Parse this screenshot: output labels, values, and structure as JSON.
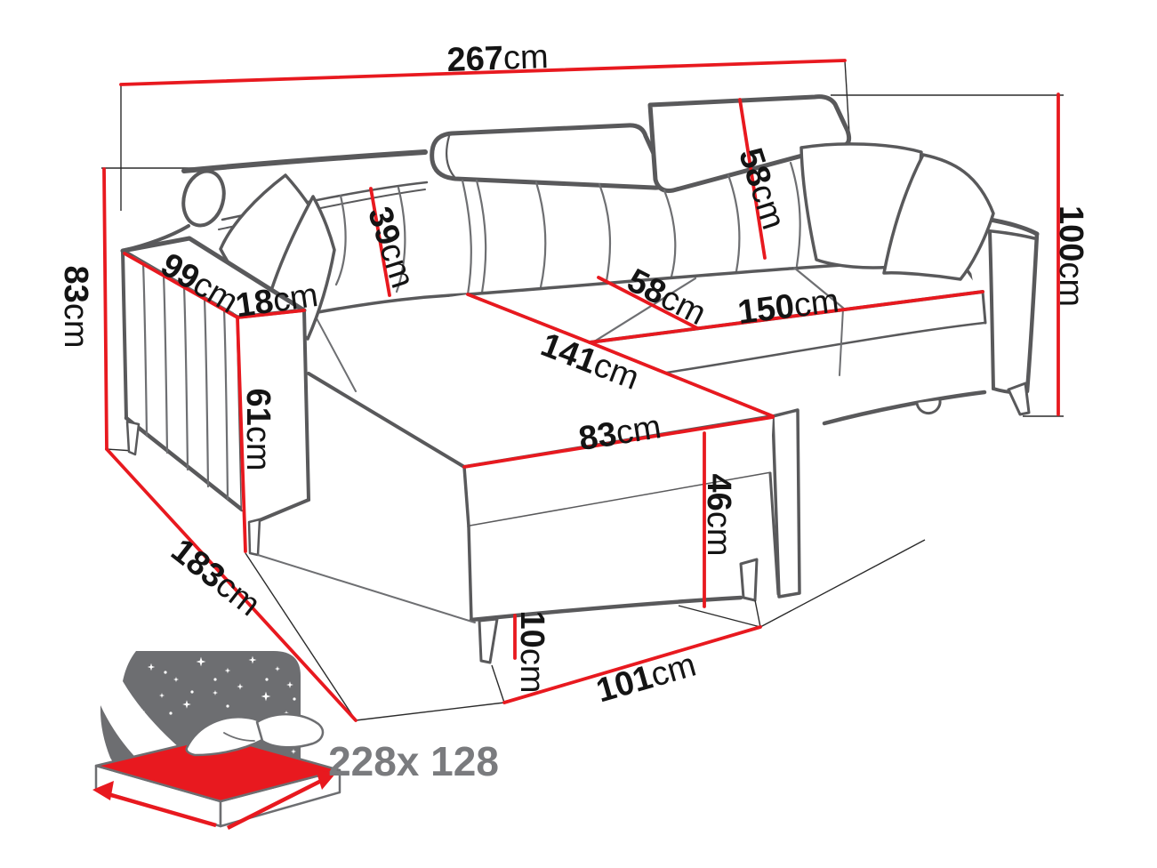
{
  "diagram": {
    "title": "corner-sofa-bed-dimension-diagram",
    "labels": {
      "total_width": {
        "value": "267",
        "unit": "cm"
      },
      "back_height": {
        "value": "83",
        "unit": "cm"
      },
      "armrest_length": {
        "value": "99",
        "unit": "cm"
      },
      "armrest_width": {
        "value": "18",
        "unit": "cm"
      },
      "headrest_height": {
        "value": "39",
        "unit": "cm"
      },
      "backrest_height": {
        "value": "58",
        "unit": "cm"
      },
      "total_height": {
        "value": "100",
        "unit": "cm"
      },
      "seat_depth": {
        "value": "58",
        "unit": "cm"
      },
      "seat_width": {
        "value": "150",
        "unit": "cm"
      },
      "chaise_length": {
        "value": "141",
        "unit": "cm"
      },
      "chaise_width": {
        "value": "83",
        "unit": "cm"
      },
      "armrest_height": {
        "value": "61",
        "unit": "cm"
      },
      "seat_height": {
        "value": "46",
        "unit": "cm"
      },
      "side_depth": {
        "value": "183",
        "unit": "cm"
      },
      "leg_height": {
        "value": "10",
        "unit": "cm"
      },
      "front_width": {
        "value": "101",
        "unit": "cm"
      }
    },
    "sleeping_area": {
      "size_label": "228x 128"
    },
    "colors": {
      "dimension_red": "#e8191f",
      "outline_gray": "#59595b",
      "detail_gray": "#6e6f72",
      "thin_black": "#2b2b2b",
      "label_black": "#141414",
      "icon_gray": "#6d6e71",
      "icon_text_gray": "#7a7b7e"
    }
  }
}
